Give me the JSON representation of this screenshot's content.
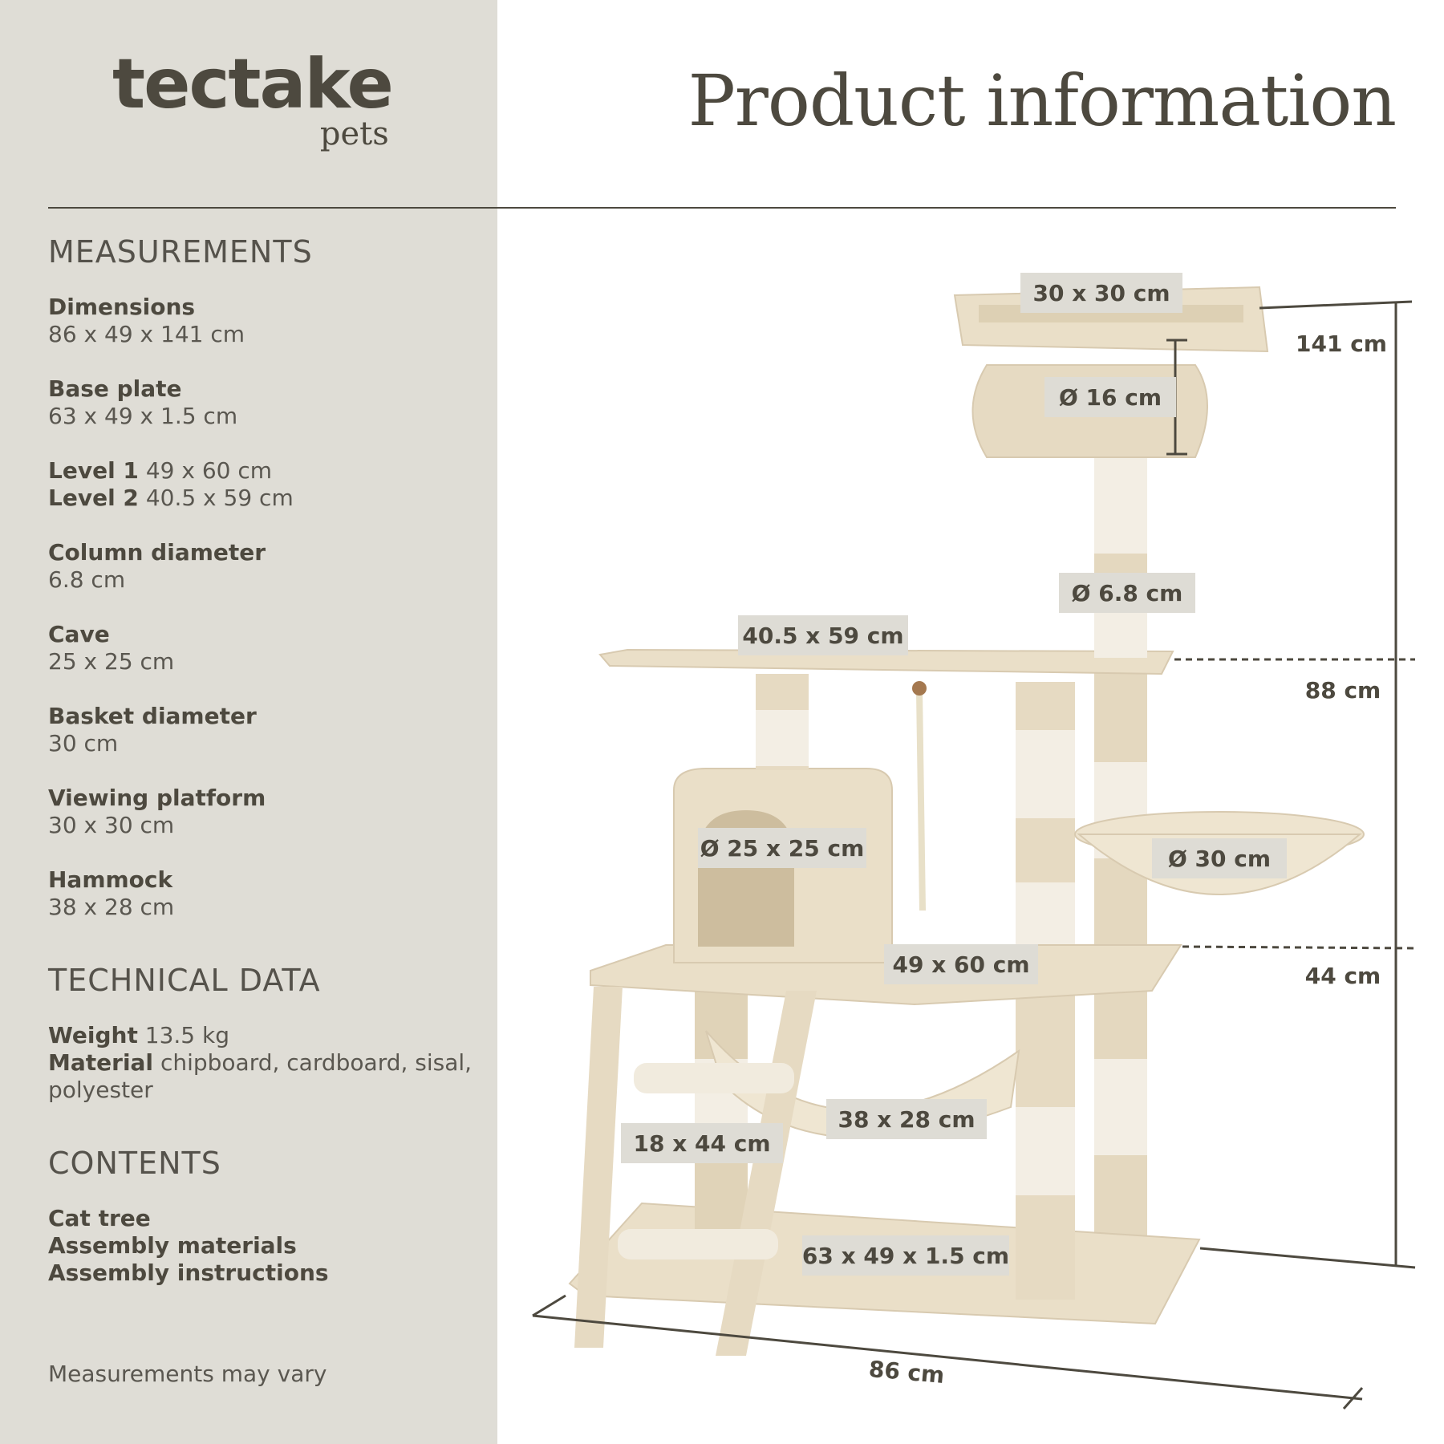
{
  "brand": {
    "name": "tectake",
    "sub": "pets"
  },
  "page_title": "Product information",
  "measurements": {
    "heading": "MEASUREMENTS",
    "dimensions": {
      "label": "Dimensions",
      "value": "86 x 49 x 141 cm"
    },
    "base_plate": {
      "label": "Base plate",
      "value": "63 x 49 x 1.5 cm"
    },
    "level1": {
      "label": "Level 1",
      "value": "49 x 60 cm"
    },
    "level2": {
      "label": "Level 2",
      "value": "40.5 x 59 cm"
    },
    "column": {
      "label": "Column diameter",
      "value": "6.8 cm"
    },
    "cave": {
      "label": "Cave",
      "value": "25 x 25 cm"
    },
    "basket": {
      "label": "Basket diameter",
      "value": "30 cm"
    },
    "viewing": {
      "label": "Viewing platform",
      "value": "30 x 30 cm"
    },
    "hammock": {
      "label": "Hammock",
      "value": "38 x 28 cm"
    }
  },
  "technical": {
    "heading": "TECHNICAL DATA",
    "weight": {
      "label": "Weight",
      "value": "13.5 kg"
    },
    "material": {
      "label": "Material",
      "value": "chipboard, cardboard, sisal, polyester"
    }
  },
  "contents": {
    "heading": "CONTENTS",
    "items": [
      "Cat tree",
      "Assembly materials",
      "Assembly instructions"
    ]
  },
  "note": "Measurements may vary",
  "annotations": {
    "top_platform": "30 x 30 cm",
    "tube": "Ø 16 cm",
    "column": "Ø 6.8 cm",
    "level2": "40.5 x 59 cm",
    "cave": "Ø 25 x 25 cm",
    "basket": "Ø 30 cm",
    "level1": "49 x 60 cm",
    "hammock": "38 x 28 cm",
    "ladder": "18 x 44 cm",
    "base": "63 x 49 x 1.5 cm",
    "width": "86 cm",
    "height_total": "141 cm",
    "height_level2": "88 cm",
    "height_level1": "44 cm"
  },
  "colors": {
    "sidebar": "#dfddd6",
    "plush": "#eadfc8",
    "plush_shade": "#d8cab0",
    "sisal": "#f3eee4",
    "label_bg": "#dedcd5",
    "ink": "#4d493f"
  }
}
